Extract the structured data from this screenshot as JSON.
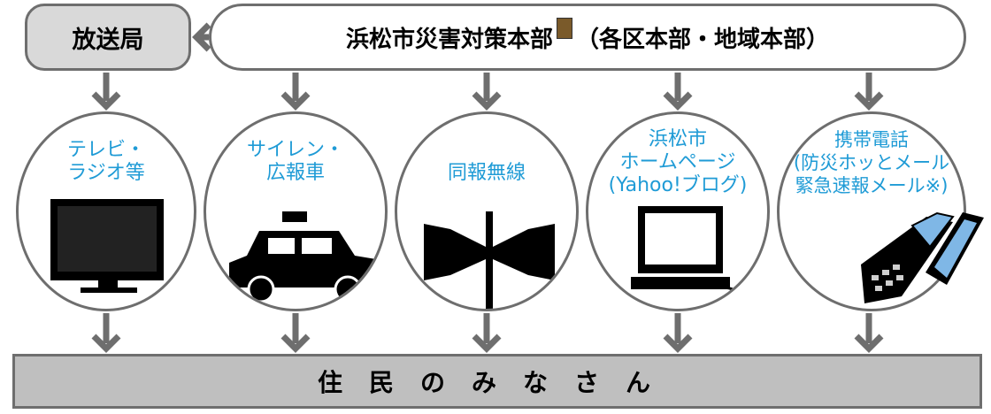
{
  "broadcaster": {
    "label": "放送局"
  },
  "hq": {
    "label_main": "浜松市災害対策本部",
    "label_sub": "（各区本部・地域本部）"
  },
  "channels": [
    {
      "label": "テレビ・\nラジオ等",
      "icon": "tv-icon"
    },
    {
      "label": "サイレン・\n広報車",
      "icon": "pa-car-icon"
    },
    {
      "label": "同報無線",
      "icon": "loudspeaker-icon"
    },
    {
      "label": "浜松市\nホームページ\n(Yahoo!ブログ)",
      "icon": "computer-icon"
    },
    {
      "label": "携帯電話\n(防災ホッとメール\n緊急速報メール※)",
      "icon": "mobile-phone-icon"
    }
  ],
  "residents": {
    "label": "住民のみなさん"
  },
  "colors": {
    "label_blue": "#1f9bd6",
    "arrow_gray": "#6e6e6e",
    "box_gray": "#d9d9d9",
    "bar_gray": "#bfbfbf"
  }
}
